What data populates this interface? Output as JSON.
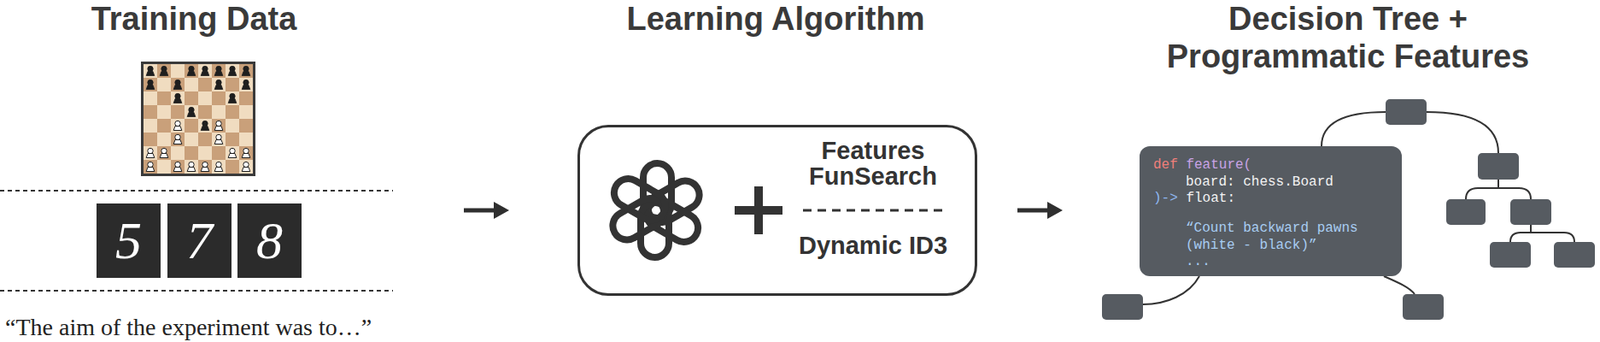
{
  "diagram": {
    "nodes": [
      {
        "text": [
          "Features FunSearch",
          "Dynamic ID3"
        ]
      },
      {
        "text": [
          "def",
          "feature(",
          "board: chess.Board",
          ")->",
          "float:",
          "“Count backward pawns (white - black)”",
          "..."
        ]
      }
    ],
    "labels": [
      "Training Data",
      "Learning Algorithm",
      "Decision Tree + Programmatic Features",
      "5",
      "7",
      "8",
      "“The aim of the experiment was to…”"
    ]
  }
}
